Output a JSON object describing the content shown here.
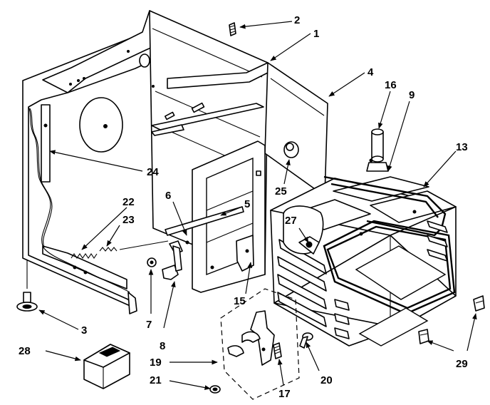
{
  "callouts": {
    "c1": "1",
    "c2": "2",
    "c3": "3",
    "c4": "4",
    "c5": "5",
    "c6": "6",
    "c7": "7",
    "c8": "8",
    "c9": "9",
    "c13": "13",
    "c15": "15",
    "c16": "16",
    "c17": "17",
    "c19": "19",
    "c20": "20",
    "c21": "21",
    "c22": "22",
    "c23": "23",
    "c24": "24",
    "c25": "25",
    "c27": "27",
    "c28": "28",
    "c29": "29"
  },
  "colors": {
    "ink": "#000000",
    "background": "#ffffff"
  }
}
